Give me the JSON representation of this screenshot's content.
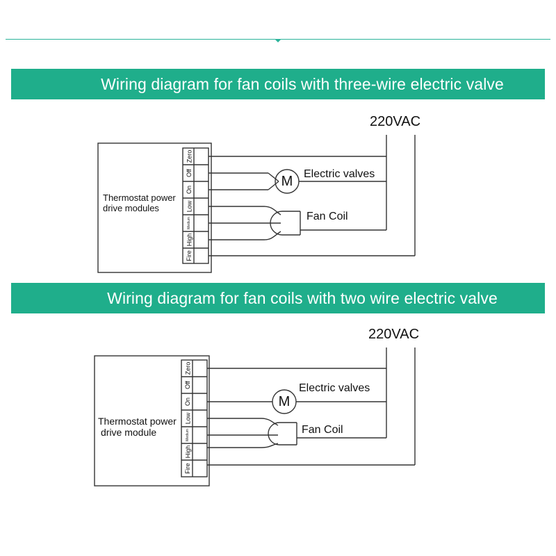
{
  "diagrams": [
    {
      "title": "Wiring diagram for fan coils with three-wire electric valve",
      "supply_label": "220VAC",
      "module_label_lines": [
        "Thermostat power",
        "drive modules"
      ],
      "valve_label": "Electric valves",
      "valve_symbol": "M",
      "coil_label": "Fan Coil",
      "terminals": [
        "Zero",
        "Off",
        "On",
        "Low",
        "Medium",
        "High",
        "Fire"
      ]
    },
    {
      "title": "Wiring diagram for fan coils with two wire electric valve",
      "supply_label": "220VAC",
      "module_label_lines": [
        "Thermostat power",
        "drive module"
      ],
      "valve_label": "Electric valves",
      "valve_symbol": "M",
      "coil_label": "Fan Coil",
      "terminals": [
        "Zero",
        "Off",
        "On",
        "Low",
        "Medium",
        "High",
        "Fire"
      ]
    }
  ],
  "colors": {
    "banner": "#1fae8b",
    "banner_text": "#ffffff",
    "rule": "#2bb39a",
    "line": "#333333"
  }
}
